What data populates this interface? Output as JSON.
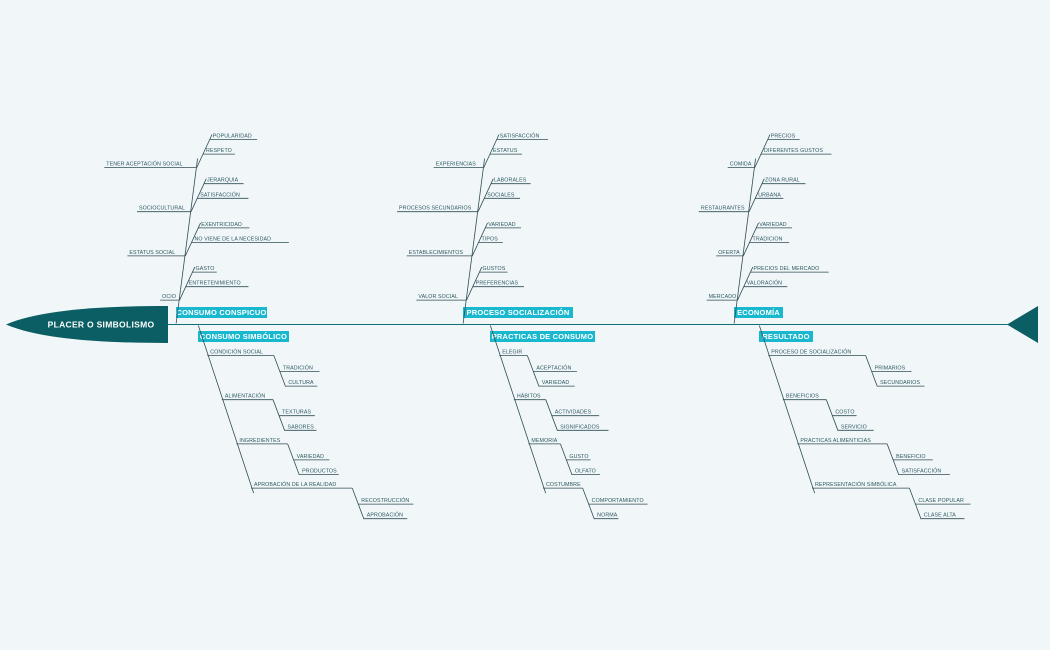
{
  "head": {
    "label": "PLACER O SIMBOLISMO"
  },
  "colors": {
    "accent": "#19b8cf",
    "dark": "#0b5e63",
    "text": "#2c5a60",
    "background": "#f1f6f9"
  },
  "branches": [
    {
      "label": "CONSUMO CONSPICUO",
      "side": "top",
      "causes": [
        {
          "label": "TENER ACEPTACIÓN SOCIAL",
          "subs": [
            "POPULARIDAD",
            "RESPETO"
          ]
        },
        {
          "label": "SOCIOCULTURAL",
          "subs": [
            "JERARQUIA",
            "SATISFACCIÓN"
          ]
        },
        {
          "label": "ESTATUS SOCIAL",
          "subs": [
            "EXENTRICIDAD",
            "NO VIENE DE LA NECESIDAD"
          ]
        },
        {
          "label": "OCIO",
          "subs": [
            "GASTO",
            "ENTRETENIMIENTO"
          ]
        }
      ]
    },
    {
      "label": "PROCESO SOCIALIZACIÓN",
      "side": "top",
      "causes": [
        {
          "label": "EXPERIENCIAS",
          "subs": [
            "SATISFACCIÓN",
            "ESTATUS"
          ]
        },
        {
          "label": "PROCESOS SECUNDARIOS",
          "subs": [
            "LABORALES",
            "SOCIALES"
          ]
        },
        {
          "label": "ESTABLECIMIENTOS",
          "subs": [
            "VARIEDAD",
            "TIPOS"
          ]
        },
        {
          "label": "VALOR SOCIAL",
          "subs": [
            "GUSTOS",
            "PREFERENCIAS"
          ]
        }
      ]
    },
    {
      "label": "ECONOMÍA",
      "side": "top",
      "causes": [
        {
          "label": "COMIDA",
          "subs": [
            "PRECIOS",
            "DIFERENTES GUSTOS"
          ]
        },
        {
          "label": "RESTAURANTES",
          "subs": [
            "ZONA RURAL",
            "URBANA"
          ]
        },
        {
          "label": "OFERTA",
          "subs": [
            "VARIEDAD",
            "TRADICION"
          ]
        },
        {
          "label": "MERCADO",
          "subs": [
            "PRECIOS DEL MERCADO",
            "VALORACIÓN"
          ]
        }
      ]
    },
    {
      "label": "CONSUMO SIMBÓLICO",
      "side": "bottom",
      "causes": [
        {
          "label": "CONDICIÓN SOCIAL",
          "subs": [
            "TRADICIÓN",
            "CULTURA"
          ]
        },
        {
          "label": "ALIMENTACIÓN",
          "subs": [
            "TEXTURAS",
            "SABORES"
          ]
        },
        {
          "label": "INGREDIENTES",
          "subs": [
            "VARIEDAD",
            "PRODUCTOS"
          ]
        },
        {
          "label": "APROBACIÓN DE LA REALIDAD",
          "subs": [
            "RECOSTRUCCIÓN",
            "APROBACIÓN"
          ]
        }
      ]
    },
    {
      "label": "PRACTICAS DE CONSUMO",
      "side": "bottom",
      "causes": [
        {
          "label": "ELEGIR",
          "subs": [
            "ACEPTACIÓN",
            "VARIEDAD"
          ]
        },
        {
          "label": "HÁBITOS",
          "subs": [
            "ACTIVIDADES",
            "SIGNIFICADOS"
          ]
        },
        {
          "label": "MEMORIA",
          "subs": [
            "GUSTO",
            "OLFATO"
          ]
        },
        {
          "label": "COSTUMBRE",
          "subs": [
            "COMPORTAMIENTO",
            "NORMA"
          ]
        }
      ]
    },
    {
      "label": "RESULTADO",
      "side": "bottom",
      "causes": [
        {
          "label": "PROCESO DE SOCIALIZACIÓN",
          "subs": [
            "PRIMARIOS",
            "SECUNDARIOS"
          ]
        },
        {
          "label": "BENEFICIOS",
          "subs": [
            "COSTO",
            "SERVICIO"
          ]
        },
        {
          "label": "PRACTICAS ALIMENTICIAS",
          "subs": [
            "BENEFICIO",
            "SATISFACCIÓN"
          ]
        },
        {
          "label": "REPRESENTACIÓN SIMBÓLICA",
          "subs": [
            "CLASE POPULAR",
            "CLASE ALTA"
          ]
        }
      ]
    }
  ]
}
